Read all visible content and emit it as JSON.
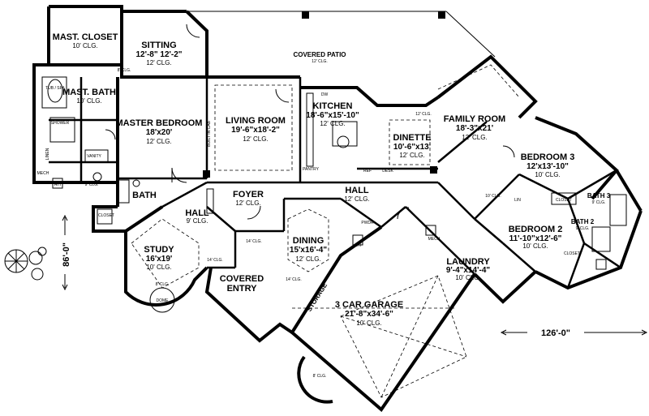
{
  "rooms": {
    "mast_closet": {
      "name": "MAST. CLOSET",
      "clg": "10' CLG."
    },
    "sitting": {
      "name": "SITTING",
      "dim": "12'-8\" 12'-2\"",
      "clg": "12' CLG."
    },
    "covered_patio": {
      "name": "COVERED PATIO",
      "clg": "12' CLG."
    },
    "mast_bath": {
      "name": "MAST. BATH",
      "clg": "10' CLG."
    },
    "master_bedroom": {
      "name": "MASTER BEDROOM",
      "dim": "18'x20'",
      "clg": "12' CLG."
    },
    "living_room": {
      "name": "LIVING ROOM",
      "dim": "19'-6\"x18'-2\"",
      "clg": "12' CLG."
    },
    "kitchen": {
      "name": "KITCHEN",
      "dim": "18'-6\"x15'-10\"",
      "clg": "12' CLG."
    },
    "dinette": {
      "name": "DINETTE",
      "dim": "10'-6\"x13'",
      "clg": "12' CLG."
    },
    "family_room": {
      "name": "FAMILY ROOM",
      "dim": "18'-3\"x21'",
      "clg": "12' CLG."
    },
    "bedroom3": {
      "name": "BEDROOM 3",
      "dim": "12'x13'-10\"",
      "clg": "10' CLG."
    },
    "foyer": {
      "name": "FOYER",
      "clg": "12' CLG."
    },
    "hall_center": {
      "name": "HALL",
      "clg": "12' CLG."
    },
    "hall_left": {
      "name": "HALL",
      "clg": "9' CLG."
    },
    "bath": {
      "name": "BATH"
    },
    "study": {
      "name": "STUDY",
      "dim": "16'x19'",
      "clg": "10' CLG."
    },
    "covered_entry": {
      "name": "COVERED ENTRY"
    },
    "dining": {
      "name": "DINING",
      "dim": "15'x16'-4\"",
      "clg": "12' CLG."
    },
    "bedroom2": {
      "name": "BEDROOM 2",
      "dim": "11'-10\"x12'-6\"",
      "clg": "10' CLG."
    },
    "laundry": {
      "name": "LAUNDRY",
      "dim": "9'-4\"x14'-4\"",
      "clg": "10' CLG."
    },
    "garage": {
      "name": "3 CAR GARAGE",
      "dim": "21'-8\"x34'-6\"",
      "clg": "10' CLG."
    },
    "storage": {
      "name": "STORAGE"
    },
    "bath3": {
      "name": "BATH 3",
      "clg": "9' CLG."
    },
    "bath2": {
      "name": "BATH 2",
      "clg": "9' CLG."
    }
  },
  "fixtures": {
    "tub_spa": "TUB / SPA",
    "shower": "SHOWER",
    "vanity": "VANITY",
    "linen": "LINEN",
    "mech": "MECH",
    "pantry": "PANTRY",
    "pwdr": "PWDR",
    "closet": "CLOSET",
    "dw": "DW",
    "ref": "REF",
    "desk": "DESK",
    "built_in_cab": "BUILT IN CAB",
    "dome": "DOME",
    "ah": "A/H",
    "lin": "LIN"
  },
  "small_clg": {
    "eight": "8' CLG.",
    "nine": "9' CLG.",
    "ten": "10' CLG.",
    "twelve": "12' CLG.",
    "fourteen": "14' CLG."
  },
  "dimensions": {
    "width": "126'-0\"",
    "depth": "86'-0\""
  }
}
